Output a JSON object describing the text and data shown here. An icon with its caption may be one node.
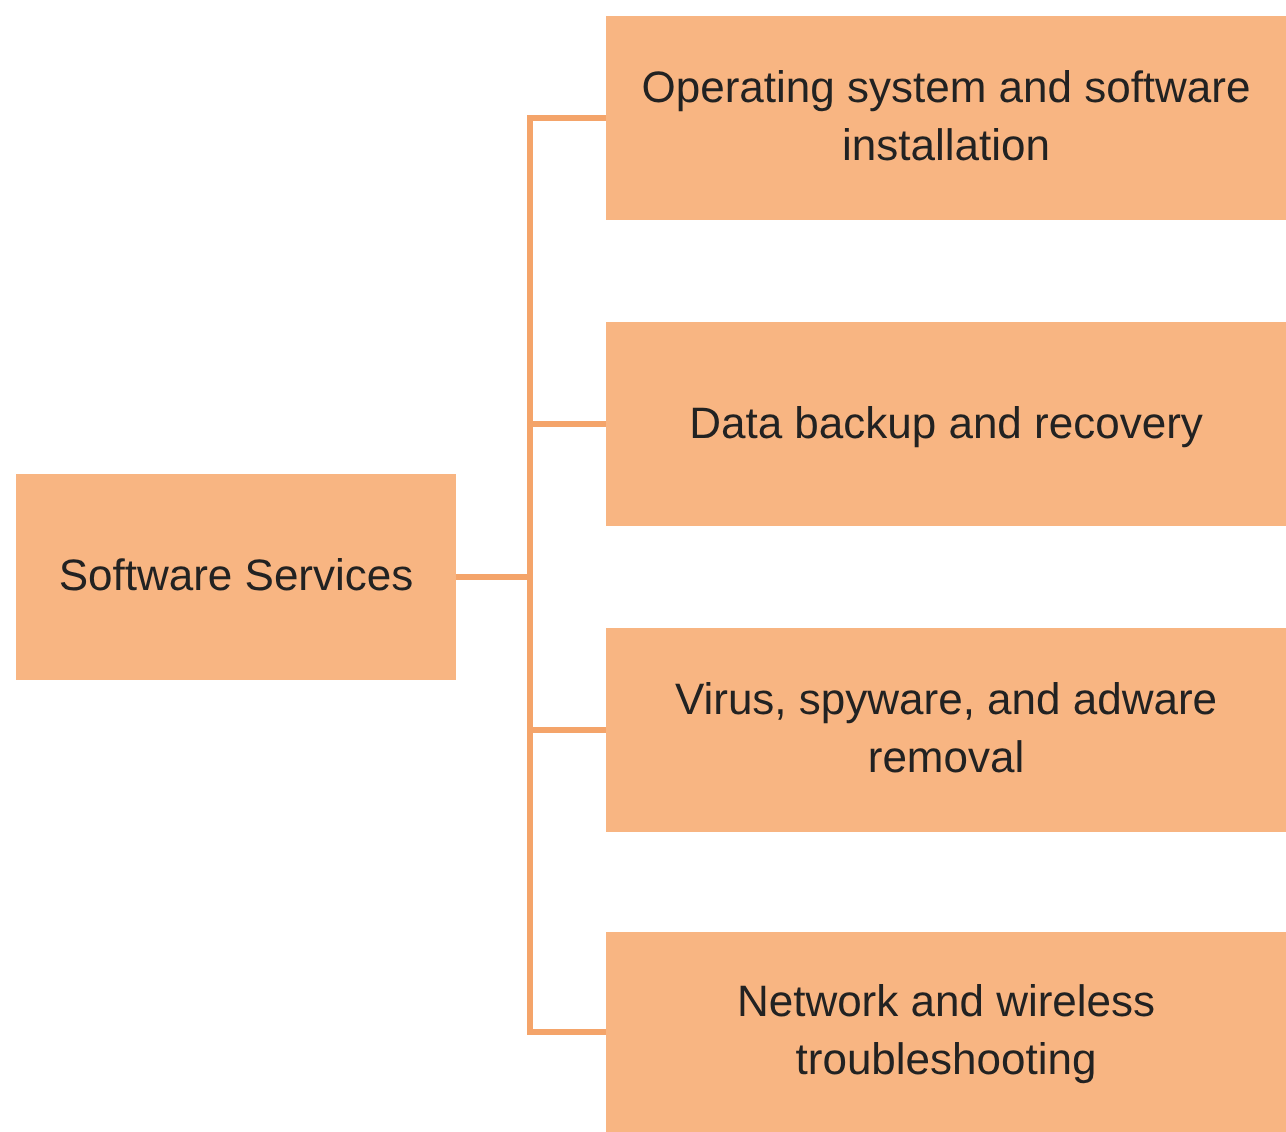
{
  "diagram": {
    "nodes": [
      {
        "text": [
          "Software Services"
        ]
      },
      {
        "text": [
          "Operating system and software installation"
        ]
      },
      {
        "text": [
          "Data backup and recovery"
        ]
      },
      {
        "text": [
          "Virus, spyware, and adware removal"
        ]
      },
      {
        "text": [
          "Network and wireless troubleshooting"
        ]
      }
    ],
    "edges": [
      {
        "from": 0,
        "to": 1,
        "arrow": "none"
      },
      {
        "from": 0,
        "to": 2,
        "arrow": "none"
      },
      {
        "from": 0,
        "to": 3,
        "arrow": "none"
      },
      {
        "from": 0,
        "to": 4,
        "arrow": "none"
      }
    ]
  }
}
